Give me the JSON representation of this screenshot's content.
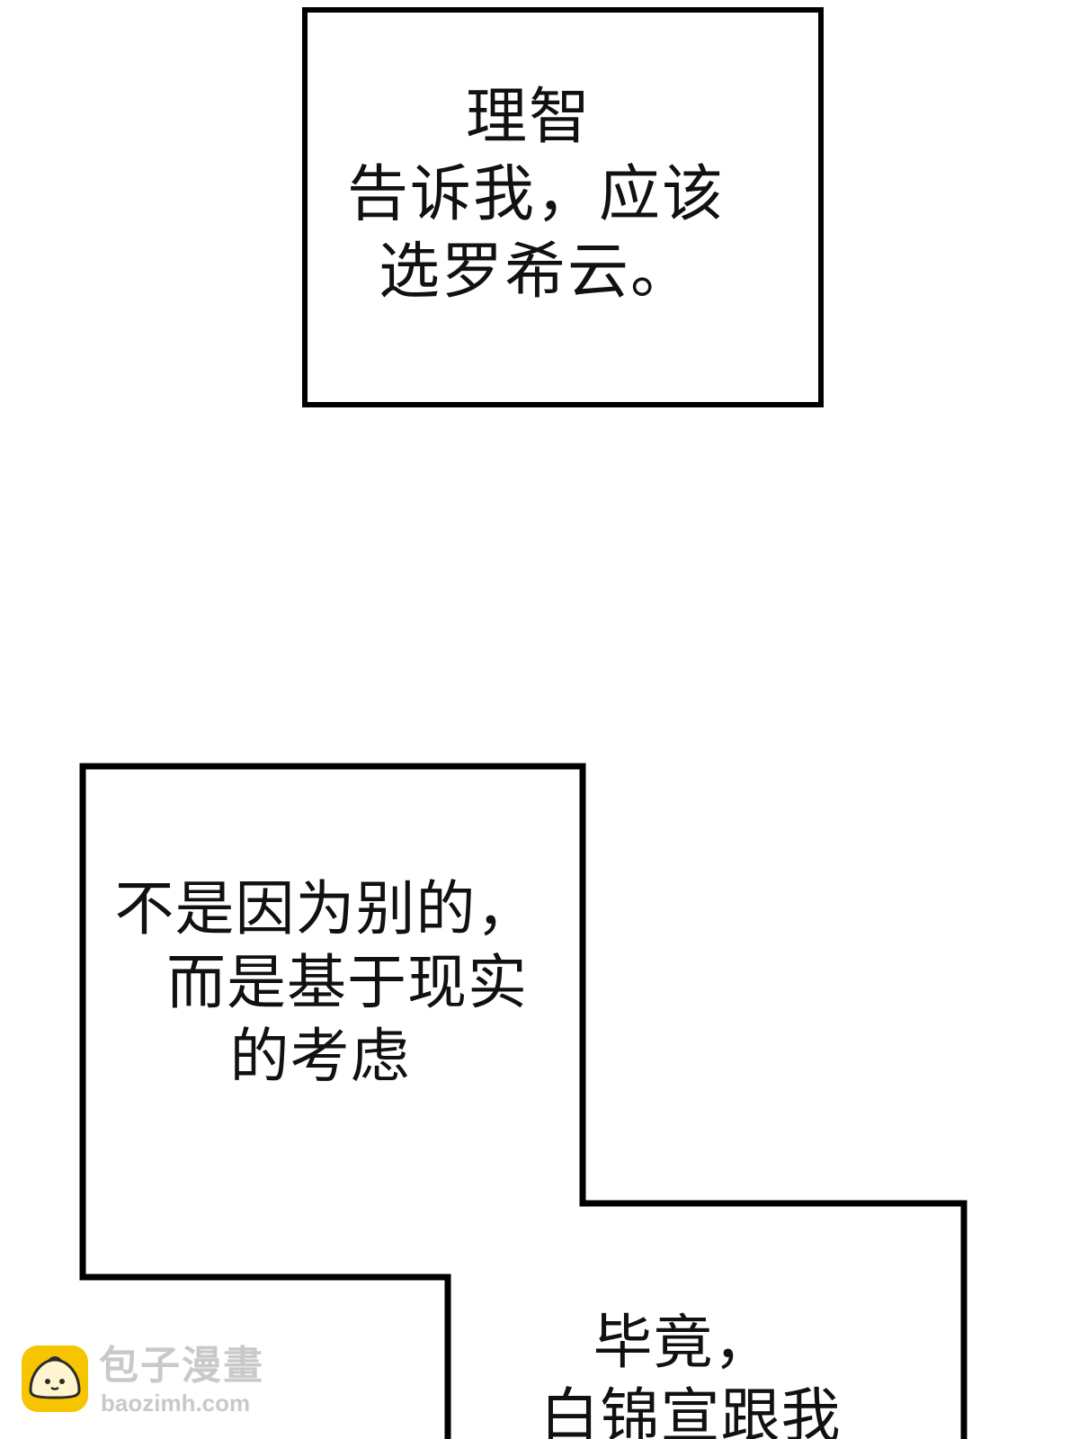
{
  "caption_1": {
    "lines": [
      "理智",
      "告诉我，应该",
      "选罗希云。"
    ]
  },
  "caption_2": {
    "lines": [
      "不是因为别的，",
      "而是基于现实",
      "的考虑"
    ]
  },
  "caption_3": {
    "lines": [
      "毕竟，",
      "白锦宣跟我"
    ]
  },
  "watermark": {
    "title": "包子漫畫",
    "url": "baozimh.com",
    "icon": "bun-logo-icon",
    "icon_color": "#f6c400"
  }
}
